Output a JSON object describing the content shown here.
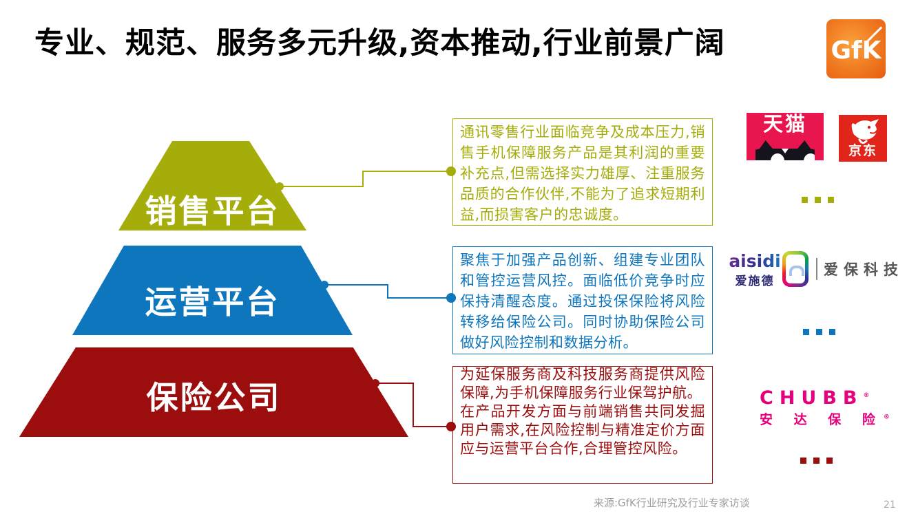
{
  "slide": {
    "title": "专业、规范、服务多元升级,资本推动,行业前景广阔",
    "source": "来源:GfK行业研究及行业专家访谈",
    "page_number": "21"
  },
  "brand": {
    "gfk_logo_text": "GfK"
  },
  "colors": {
    "sales_olive": "#a5ad0b",
    "operations_blue": "#0e76bd",
    "insurance_red": "#9c0d0d",
    "gfk_orange": "#f28024",
    "tmall_red": "#e9154e",
    "jd_red": "#e1251b",
    "chubb_magenta": "#e5007d"
  },
  "pyramid": {
    "levels": [
      {
        "label": "销售平台",
        "color": "#a5ad0b"
      },
      {
        "label": "运营平台",
        "color": "#0e76bd"
      },
      {
        "label": "保险公司",
        "color": "#9c0d0d"
      }
    ]
  },
  "callouts": [
    {
      "color": "#a5ad0b",
      "text": "通讯零售行业面临竞争及成本压力,销售手机保障服务产品是其利润的重要补充点,但需选择实力雄厚、注重服务品质的合作伙伴,不能为了追求短期利益,而损害客户的忠诚度。"
    },
    {
      "color": "#0e76bd",
      "text": "聚焦于加强产品创新、组建专业团队和管控运营风控。面临低价竞争时应保持清醒态度。通过投保保险将风险转移给保险公司。同时协助保险公司做好风险控制和数据分析。"
    },
    {
      "color": "#9c0d0d",
      "text_1": "为延保服务商及科技服务商提供风险保障,为手机保障服务行业保驾护航。",
      "text_2": "在产品开发方面与前端销售共同发掘用户需求,在风险控制与精准定价方面应与运营平台合作,合理管控风险。"
    }
  ],
  "partners": {
    "tmall_label": "天猫",
    "jd_label": "京东",
    "aisidi_latin": "aisidi",
    "aisidi_cn": "爱施德",
    "aibao_label": "爱保科技",
    "chubb_latin": "CHUBB",
    "chubb_cn": "安 达 保 险",
    "reg_mark": "®",
    "more": "..."
  }
}
